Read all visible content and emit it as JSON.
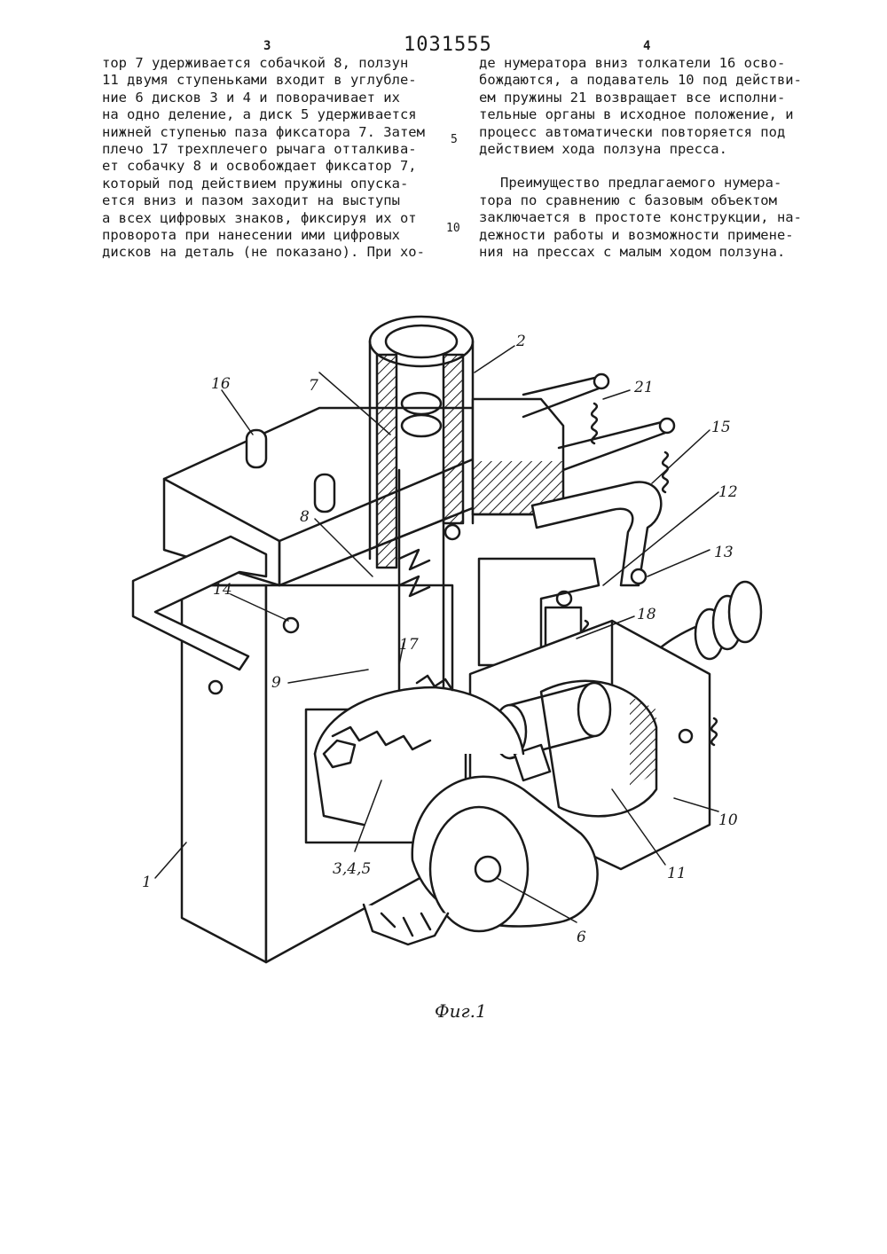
{
  "header": {
    "patent_number": "1031555",
    "col_left_number": "3",
    "col_right_number": "4"
  },
  "left_column": {
    "lines": [
      "тор 7 удерживается собачкой 8, ползун",
      "11 двумя ступеньками входит в углубле-",
      "ние 6 дисков 3 и 4 и поворачивает их",
      "на одно деление, а диск 5 удерживается",
      "нижней ступенью паза фиксатора 7. Затем",
      "плечо 17 трехплечего рычага отталкива-",
      "ет собачку 8 и освобождает фиксатор 7,",
      "который под действием пружины опуска-",
      "ется вниз и пазом заходит на выступы",
      "а всех цифровых знаков, фиксируя их от",
      "проворота при нанесении ими цифровых",
      "дисков на деталь (не показано). При хо-"
    ]
  },
  "right_column": {
    "lines_p1": [
      "де нумератора вниз толкатели 16 осво-",
      "бождаются, а подаватель 10 под действи-",
      "ем пружины 21 возвращает все исполни-",
      "тельные органы в исходное положение, и",
      "процесс автоматически повторяется под",
      "действием хода ползуна пресса."
    ],
    "lines_p2": [
      "Преимущество предлагаемого нумера-",
      "тора по сравнению с базовым объектом",
      "заключается в простоте конструкции, на-",
      "дежности работы и возможности примене-",
      "ния на прессах с малым ходом ползуна."
    ]
  },
  "line_numbers": {
    "five": "5",
    "ten": "10"
  },
  "figure": {
    "labels": {
      "l1": "1",
      "l2": "2",
      "l345": "3,4,5",
      "l6": "6",
      "l7": "7",
      "l8": "8",
      "l9": "9",
      "l10": "10",
      "l11": "11",
      "l12": "12",
      "l13": "13",
      "l14": "14",
      "l15": "15",
      "l16": "16",
      "l17": "17",
      "l18": "18",
      "l21": "21"
    },
    "caption": "Фиг.1"
  }
}
